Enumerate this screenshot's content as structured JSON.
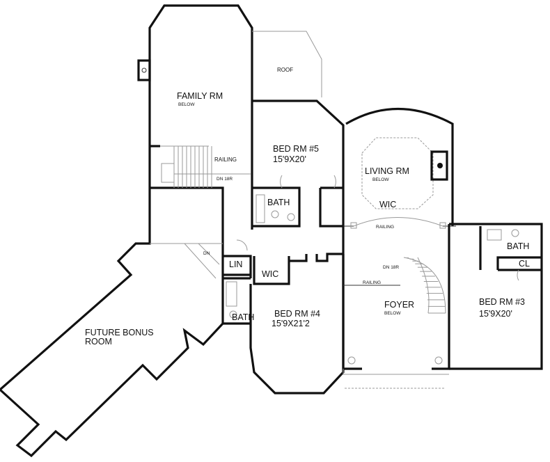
{
  "rooms": {
    "family": {
      "name": "FAMILY RM",
      "note": "BELOW"
    },
    "roof": {
      "name": "ROOF"
    },
    "bed5": {
      "name": "BED RM #5",
      "size": "15'9X20'"
    },
    "bath5": {
      "name": "BATH"
    },
    "living": {
      "name": "LIVING RM",
      "note": "BELOW"
    },
    "wic_living": {
      "name": "WIC"
    },
    "lin": {
      "name": "LIN"
    },
    "wic4": {
      "name": "WIC"
    },
    "bath4": {
      "name": "BATH"
    },
    "bed4": {
      "name": "BED RM #4",
      "size": "15'9X21'2"
    },
    "foyer": {
      "name": "FOYER",
      "note": "BELOW"
    },
    "bath3": {
      "name": "BATH"
    },
    "cl3": {
      "name": "CL"
    },
    "bed3": {
      "name": "BED RM #3",
      "size": "15'9X20'"
    },
    "bonus": {
      "name": "FUTURE BONUS",
      "name2": "ROOM"
    }
  },
  "annotations": {
    "railing_family": "RAILING",
    "dn_family": "DN 18R",
    "railing_living": "RAILING",
    "dn_foyer": "DN 18R",
    "railing_foyer": "RAILING",
    "dn_bonus": "DN"
  }
}
